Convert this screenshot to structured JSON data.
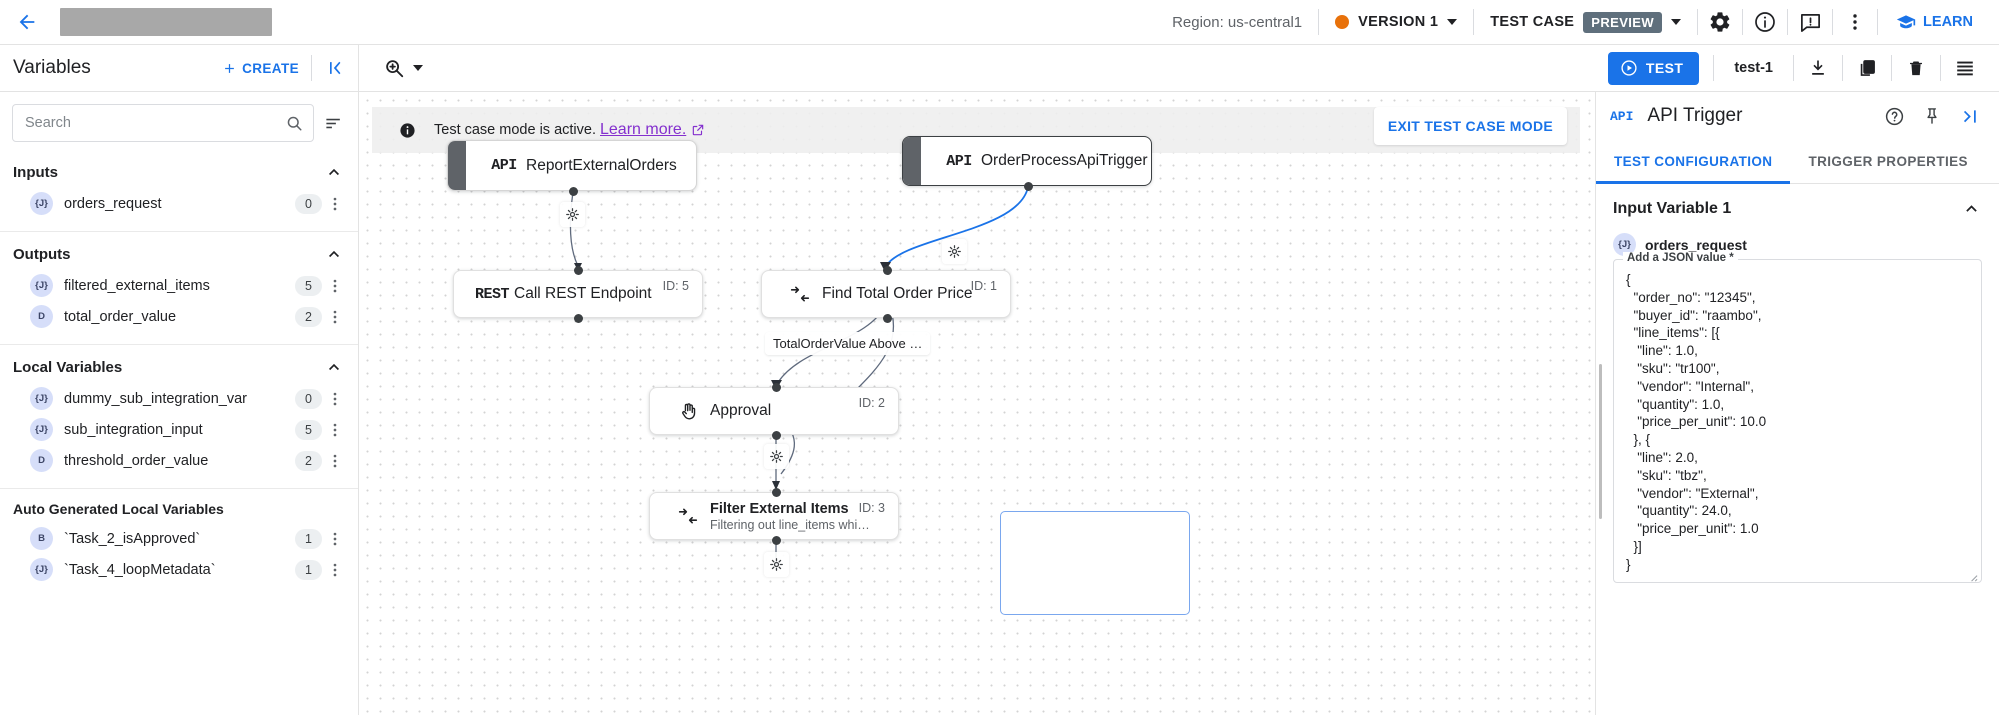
{
  "topbar": {
    "back_icon": "arrow-left-icon",
    "region": "Region: us-central1",
    "version_label": "VERSION 1",
    "version_dot_color": "#e8710a",
    "test_case_label": "TEST CASE",
    "preview_chip": "PREVIEW",
    "icons": [
      "gear-icon",
      "info-icon",
      "feedback-icon",
      "more-vert-icon"
    ],
    "learn_label": "LEARN",
    "accent": "#1a73e8"
  },
  "subbar": {
    "variables_title": "Variables",
    "create_label": "CREATE",
    "collapse_icon": "collapse-left-icon",
    "zoom_icon": "zoom-in-icon",
    "test_label": "TEST",
    "test_name": "test-1",
    "icons": [
      "download-icon",
      "copy-icon",
      "delete-icon",
      "logs-icon"
    ]
  },
  "sidebar": {
    "search_placeholder": "Search",
    "search_value": "",
    "sections": [
      {
        "title": "Inputs",
        "items": [
          {
            "type": "{J}",
            "name": "orders_request",
            "count": "0"
          }
        ]
      },
      {
        "title": "Outputs",
        "items": [
          {
            "type": "{J}",
            "name": "filtered_external_items",
            "count": "5"
          },
          {
            "type": "D",
            "name": "total_order_value",
            "count": "2"
          }
        ]
      },
      {
        "title": "Local Variables",
        "items": [
          {
            "type": "{J}",
            "name": "dummy_sub_integration_var",
            "count": "0"
          },
          {
            "type": "{J}",
            "name": "sub_integration_input",
            "count": "5"
          },
          {
            "type": "D",
            "name": "threshold_order_value",
            "count": "2"
          }
        ]
      },
      {
        "title": "Auto Generated Local Variables",
        "sub": true,
        "items": [
          {
            "type": "B",
            "name": "`Task_2_isApproved`",
            "count": "1"
          },
          {
            "type": "{J}",
            "name": "`Task_4_loopMetadata`",
            "count": "1"
          }
        ]
      }
    ]
  },
  "canvas": {
    "banner_text": "Test case mode is active.",
    "banner_link": "Learn more.",
    "exit_label": "EXIT TEST CASE MODE",
    "nodes": [
      {
        "badge": "API",
        "title": "ReportExternalOrders",
        "sub": "",
        "id": ""
      },
      {
        "badge": "API",
        "title": "OrderProcessApiTrigger",
        "sub": "",
        "id": ""
      },
      {
        "badge": "REST",
        "title": "Call REST Endpoint",
        "sub": "",
        "id": "ID: 5"
      },
      {
        "badge": "mapping",
        "title": "Find Total Order Price",
        "sub": "",
        "id": "ID: 1"
      },
      {
        "badge": "approval",
        "title": "Approval",
        "sub": "",
        "id": "ID: 2"
      },
      {
        "badge": "mapping",
        "title": "Filter External Items",
        "sub": "Filtering out line_items whi…",
        "id": "ID: 3"
      }
    ],
    "edge_label": "TotalOrderValue Above …"
  },
  "rpanel": {
    "api_mark": "API",
    "title": "API Trigger",
    "icons": [
      "help-icon",
      "pin-icon",
      "expand-right-icon"
    ],
    "tabs": [
      {
        "label": "TEST CONFIGURATION",
        "active": true
      },
      {
        "label": "TRIGGER PROPERTIES",
        "active": false
      }
    ],
    "section_title": "Input Variable 1",
    "var_badge": "{J}",
    "var_name": "orders_request",
    "json_legend": "Add a JSON value *",
    "json_value": "{\n  \"order_no\": \"12345\",\n  \"buyer_id\": \"raambo\",\n  \"line_items\": [{\n   \"line\": 1.0,\n   \"sku\": \"tr100\",\n   \"vendor\": \"Internal\",\n   \"quantity\": 1.0,\n   \"price_per_unit\": 10.0\n  }, {\n   \"line\": 2.0,\n   \"sku\": \"tbz\",\n   \"vendor\": \"External\",\n   \"quantity\": 24.0,\n   \"price_per_unit\": 1.0\n  }]\n}"
  }
}
